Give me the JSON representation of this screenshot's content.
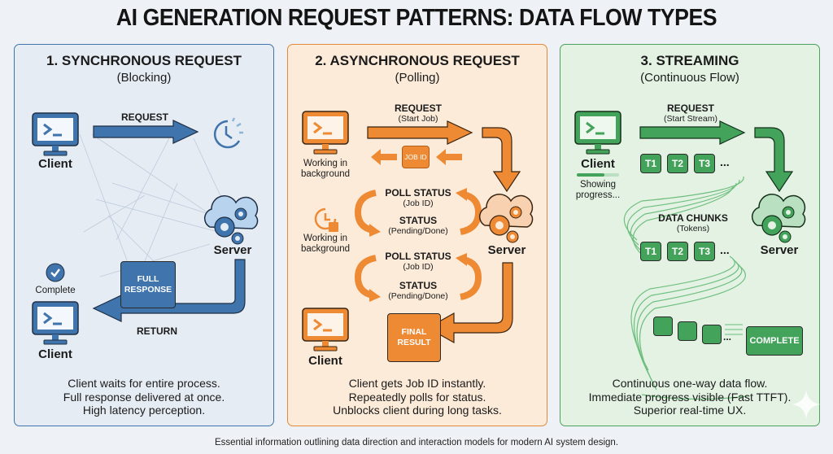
{
  "title": "AI GENERATION REQUEST PATTERNS: DATA FLOW TYPES",
  "colors": {
    "blue": "#3f74ad",
    "orange": "#ee8a34",
    "green": "#43a35a"
  },
  "panels": [
    {
      "title": "1. SYNCHRONOUS REQUEST",
      "subtitle": "(Blocking)",
      "client_top": "Client",
      "client_bottom": "Client",
      "server": "Server",
      "request": "REQUEST",
      "return": "RETURN",
      "complete": "Complete",
      "response_box": "FULL RESPONSE",
      "wait_icon": "clock-icon",
      "description": [
        "Client waits for entire process.",
        "Full response delivered at once.",
        "High latency perception."
      ]
    },
    {
      "title": "2. ASYNCHRONOUS REQUEST",
      "subtitle": "(Polling)",
      "request": "REQUEST",
      "request_sub": "(Start Job)",
      "job_ticket": "JOB ID",
      "working_1": "Working in background",
      "working_2": "Working in background",
      "polls": [
        {
          "poll": "POLL STATUS",
          "poll_sub": "(Job ID)",
          "status": "STATUS",
          "status_sub": "(Pending/Done)"
        },
        {
          "poll": "POLL STATUS",
          "poll_sub": "(Job ID)",
          "status": "STATUS",
          "status_sub": "(Pending/Done)"
        }
      ],
      "server": "Server",
      "result_box": "FINAL RESULT",
      "client": "Client",
      "description": [
        "Client gets Job ID instantly.",
        "Repeatedly polls for status.",
        "Unblocks client during long tasks."
      ]
    },
    {
      "title": "3. STREAMING",
      "subtitle": "(Continuous Flow)",
      "request": "REQUEST",
      "request_sub": "(Start Stream)",
      "client": "Client",
      "progress_label": "Showing progress...",
      "progress_fraction": 0.65,
      "tokens_top": [
        "T1",
        "T2",
        "T3"
      ],
      "ellipsis": "...",
      "chunks_label": "DATA CHUNKS",
      "chunks_sub": "(Tokens)",
      "tokens_mid": [
        "T1",
        "T2",
        "T3"
      ],
      "server": "Server",
      "complete_box": "COMPLETE",
      "description": [
        "Continuous one-way data flow.",
        "Immediate progress visible (Fast TTFT).",
        "Superior real-time UX."
      ]
    }
  ],
  "footer": "Essential information outlining data direction and interaction models for modern AI system design."
}
